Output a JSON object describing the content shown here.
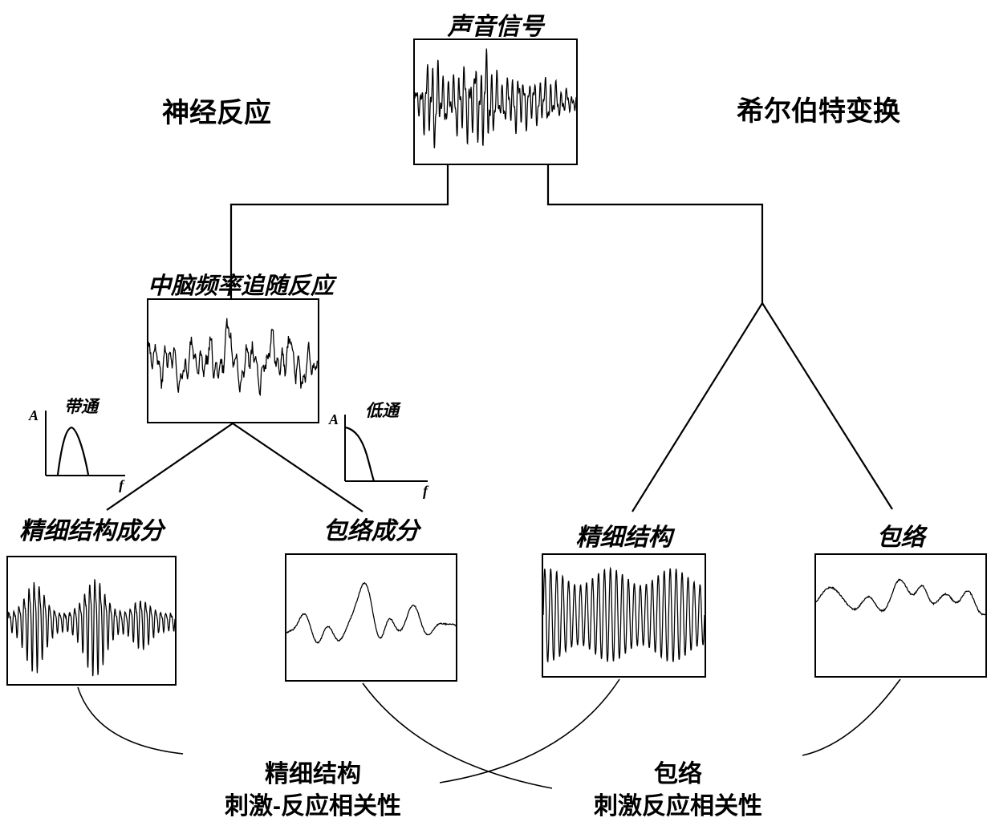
{
  "title": {
    "sound_signal": "声音信号"
  },
  "headings": {
    "left": "神经反应",
    "right": "希尔伯特变换"
  },
  "ffr": {
    "label": "中脑频率追随反应"
  },
  "filters": {
    "bandpass": {
      "label": "带通",
      "y_axis": "A",
      "x_axis": "f"
    },
    "lowpass": {
      "label": "低通",
      "y_axis": "A",
      "x_axis": "f"
    }
  },
  "boxes": {
    "fine_structure_component": "精细结构成分",
    "envelope_component": "包络成分",
    "fine_structure": "精细结构",
    "envelope": "包络"
  },
  "correlations": {
    "fine": {
      "line1": "精细结构",
      "line2": "刺激-反应相关性"
    },
    "envelope": {
      "line1": "包络",
      "line2": "刺激反应相关性"
    }
  }
}
